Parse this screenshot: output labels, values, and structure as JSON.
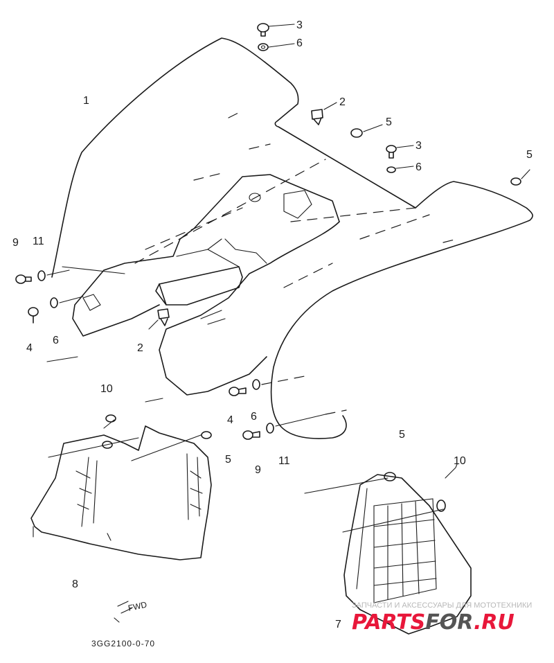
{
  "diagram": {
    "callouts": [
      {
        "id": "c-3-top",
        "text": "3"
      },
      {
        "id": "c-6-top",
        "text": "6"
      },
      {
        "id": "c-1",
        "text": "1"
      },
      {
        "id": "c-2-top",
        "text": "2"
      },
      {
        "id": "c-5-top",
        "text": "5"
      },
      {
        "id": "c-3-mid",
        "text": "3"
      },
      {
        "id": "c-6-mid",
        "text": "6"
      },
      {
        "id": "c-5-right",
        "text": "5"
      },
      {
        "id": "c-9-left",
        "text": "9"
      },
      {
        "id": "c-11-left",
        "text": "11"
      },
      {
        "id": "c-4-left",
        "text": "4"
      },
      {
        "id": "c-6-left",
        "text": "6"
      },
      {
        "id": "c-2-mid",
        "text": "2"
      },
      {
        "id": "c-10-left",
        "text": "10"
      },
      {
        "id": "c-4-mid",
        "text": "4"
      },
      {
        "id": "c-6-center",
        "text": "6"
      },
      {
        "id": "c-5-mid",
        "text": "5"
      },
      {
        "id": "c-5-lower",
        "text": "5"
      },
      {
        "id": "c-9-mid",
        "text": "9"
      },
      {
        "id": "c-11-mid",
        "text": "11"
      },
      {
        "id": "c-10-right",
        "text": "10"
      },
      {
        "id": "c-8",
        "text": "8"
      },
      {
        "id": "c-7",
        "text": "7"
      }
    ],
    "fwd_marker": "FWD",
    "drawing_code": "3GG2100-0-70"
  },
  "watermark": {
    "tagline": "ЗАПЧАСТИ И АКСЕССУАРЫ ДЛЯ МОТОТЕХНИКИ",
    "brand_part1": "PARTS",
    "brand_part2": "FOR",
    "brand_part3": ".RU"
  },
  "colors": {
    "line": "#1a1a1a",
    "watermark_red": "#e8173a",
    "watermark_gray": "#555555"
  }
}
